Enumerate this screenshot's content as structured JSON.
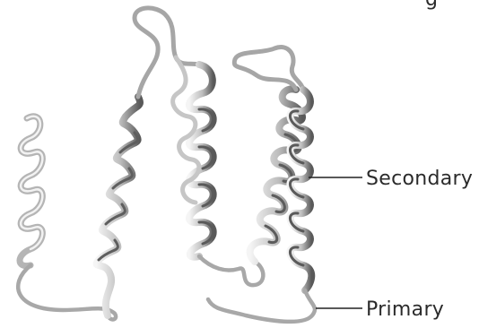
{
  "labels": {
    "top_cut": "g",
    "secondary": "Secondary",
    "primary": "Primary"
  },
  "colors": {
    "background": "#ffffff",
    "ribbon_light": "#f5f5f5",
    "ribbon_mid": "#bdbdbd",
    "ribbon_dark": "#595959",
    "ribbon_edge": "#9a9a9a",
    "label_text": "#2b2b2b",
    "leader_line": "#222222"
  }
}
